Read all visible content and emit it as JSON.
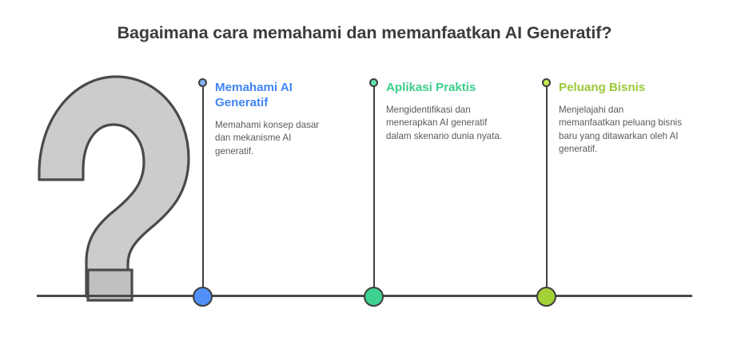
{
  "title": "Bagaimana cara memahami dan memanfaatkan AI Generatif?",
  "graphic": {
    "icon_name": "question-mark-illustration",
    "fill_color": "#cccccc",
    "stroke_color": "#4a4a4a"
  },
  "baseline": {
    "color": "#4a4a4a"
  },
  "columns": [
    {
      "heading": "Memahami AI Generatif",
      "body": "Memahami konsep dasar dan mekanisme AI generatif.",
      "accent_color": "#4285f4",
      "dot_top_color": "#7fb0f2",
      "dot_bottom_color": "#4f8ff7"
    },
    {
      "heading": "Aplikasi Praktis",
      "body": "Mengidentifikasi dan menerapkan AI generatif dalam skenario dunia nyata.",
      "accent_color": "#3dce8d",
      "dot_top_color": "#5fe2ac",
      "dot_bottom_color": "#3fd18f"
    },
    {
      "heading": "Peluang Bisnis",
      "body": "Menjelajahi dan memanfaatkan peluang bisnis baru yang ditawarkan oleh AI generatif.",
      "accent_color": "#9bc93a",
      "dot_top_color": "#c3e84f",
      "dot_bottom_color": "#a4d136"
    }
  ]
}
